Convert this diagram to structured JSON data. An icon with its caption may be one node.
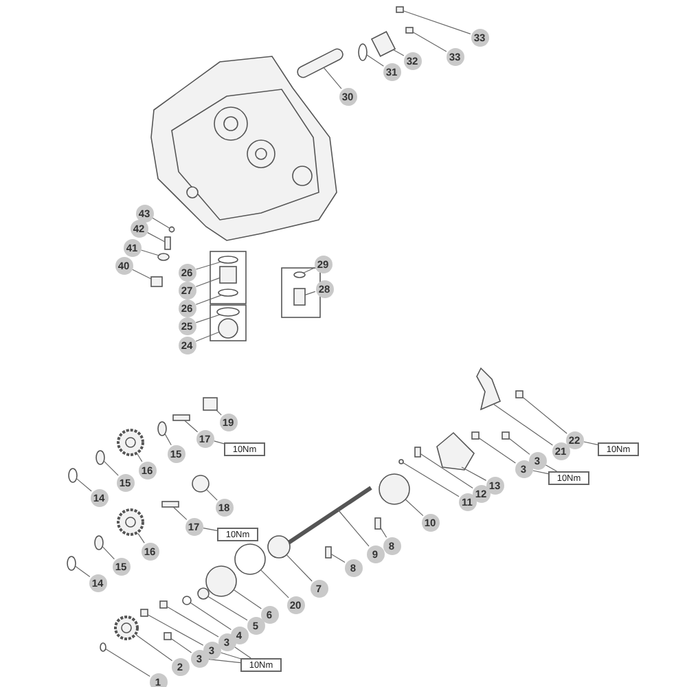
{
  "diagram": {
    "nodes": [
      {
        "text": [
          "33"
        ]
      },
      {
        "text": [
          "33"
        ]
      },
      {
        "text": [
          "32"
        ]
      },
      {
        "text": [
          "31"
        ]
      },
      {
        "text": [
          "30"
        ]
      },
      {
        "text": [
          "43"
        ]
      },
      {
        "text": [
          "42"
        ]
      },
      {
        "text": [
          "41"
        ]
      },
      {
        "text": [
          "40"
        ]
      },
      {
        "text": [
          "29"
        ]
      },
      {
        "text": [
          "26"
        ]
      },
      {
        "text": [
          "27"
        ]
      },
      {
        "text": [
          "28"
        ]
      },
      {
        "text": [
          "26"
        ]
      },
      {
        "text": [
          "25"
        ]
      },
      {
        "text": [
          "24"
        ]
      },
      {
        "text": [
          "19"
        ]
      },
      {
        "text": [
          "22"
        ]
      },
      {
        "text": [
          "10Nm"
        ]
      },
      {
        "text": [
          "17"
        ]
      },
      {
        "text": [
          "10Nm"
        ]
      },
      {
        "text": [
          "21"
        ]
      },
      {
        "text": [
          "15"
        ]
      },
      {
        "text": [
          "3"
        ]
      },
      {
        "text": [
          "3"
        ]
      },
      {
        "text": [
          "10Nm"
        ]
      },
      {
        "text": [
          "16"
        ]
      },
      {
        "text": [
          "15"
        ]
      },
      {
        "text": [
          "13"
        ]
      },
      {
        "text": [
          "12"
        ]
      },
      {
        "text": [
          "14"
        ]
      },
      {
        "text": [
          "11"
        ]
      },
      {
        "text": [
          "18"
        ]
      },
      {
        "text": [
          "10"
        ]
      },
      {
        "text": [
          "17"
        ]
      },
      {
        "text": [
          "10Nm"
        ]
      },
      {
        "text": [
          "8"
        ]
      },
      {
        "text": [
          "16"
        ]
      },
      {
        "text": [
          "9"
        ]
      },
      {
        "text": [
          "15"
        ]
      },
      {
        "text": [
          "8"
        ]
      },
      {
        "text": [
          "14"
        ]
      },
      {
        "text": [
          "7"
        ]
      },
      {
        "text": [
          "20"
        ]
      },
      {
        "text": [
          "6"
        ]
      },
      {
        "text": [
          "5"
        ]
      },
      {
        "text": [
          "4"
        ]
      },
      {
        "text": [
          "3"
        ]
      },
      {
        "text": [
          "3"
        ]
      },
      {
        "text": [
          "3"
        ]
      },
      {
        "text": [
          "10Nm"
        ]
      },
      {
        "text": [
          "2"
        ]
      },
      {
        "text": [
          "1"
        ]
      },
      {
        "text": [],
        "shape": "box"
      },
      {
        "text": [],
        "shape": "box"
      },
      {
        "text": [],
        "shape": "box"
      },
      {
        "text": [],
        "shape": "ellipse"
      },
      {
        "text": [],
        "shape": "cylinder"
      },
      {
        "text": [],
        "shape": "circle"
      },
      {
        "text": [],
        "shape": "box"
      },
      {
        "text": [],
        "shape": "ellipse"
      },
      {
        "text": [],
        "shape": "box"
      },
      {
        "text": [],
        "shape": "ellipse"
      },
      {
        "text": [],
        "shape": "ellipse"
      },
      {
        "text": [],
        "shape": "box"
      },
      {
        "text": [],
        "shape": "box"
      },
      {
        "text": [],
        "shape": "ellipse"
      },
      {
        "text": [],
        "shape": "ellipse"
      },
      {
        "text": [],
        "shape": "circle"
      },
      {
        "text": [],
        "shape": "box"
      },
      {
        "text": [],
        "shape": "box"
      },
      {
        "text": [],
        "shape": "box"
      },
      {
        "text": [],
        "shape": "picture"
      },
      {
        "text": [],
        "shape": "ellipse"
      },
      {
        "text": [],
        "shape": "box"
      },
      {
        "text": [],
        "shape": "box"
      },
      {
        "text": [],
        "shape": "gear"
      },
      {
        "text": [],
        "shape": "ellipse"
      },
      {
        "text": [],
        "shape": "picture"
      },
      {
        "text": [],
        "shape": "box"
      },
      {
        "text": [],
        "shape": "ellipse"
      },
      {
        "text": [],
        "shape": "circle"
      },
      {
        "text": [],
        "shape": "circle"
      },
      {
        "text": [],
        "shape": "circle"
      },
      {
        "text": [],
        "shape": "box"
      },
      {
        "text": [],
        "shape": "box"
      },
      {
        "text": [],
        "shape": "gear"
      },
      {
        "text": [],
        "shape": "bar"
      },
      {
        "text": [],
        "shape": "ellipse"
      },
      {
        "text": [],
        "shape": "box"
      },
      {
        "text": [],
        "shape": "ellipse"
      },
      {
        "text": [],
        "shape": "circle"
      },
      {
        "text": [],
        "shape": "circle"
      },
      {
        "text": [],
        "shape": "circle"
      },
      {
        "text": [],
        "shape": "circle"
      },
      {
        "text": [],
        "shape": "circle"
      },
      {
        "text": [],
        "shape": "box"
      },
      {
        "text": [],
        "shape": "box"
      },
      {
        "text": [],
        "shape": "box"
      },
      {
        "text": [],
        "shape": "gear"
      },
      {
        "text": [],
        "shape": "ellipse"
      }
    ],
    "edges": [
      {
        "from": 0,
        "to": 53,
        "arrow": "none"
      },
      {
        "from": 1,
        "to": 54,
        "arrow": "none"
      },
      {
        "from": 2,
        "to": 55,
        "arrow": "none"
      },
      {
        "from": 3,
        "to": 56,
        "arrow": "none"
      },
      {
        "from": 4,
        "to": 57,
        "arrow": "none"
      },
      {
        "from": 5,
        "to": 58,
        "arrow": "none"
      },
      {
        "from": 6,
        "to": 59,
        "arrow": "none"
      },
      {
        "from": 7,
        "to": 60,
        "arrow": "none"
      },
      {
        "from": 8,
        "to": 61,
        "arrow": "none"
      },
      {
        "from": 9,
        "to": 62,
        "arrow": "none"
      },
      {
        "from": 10,
        "to": 63,
        "arrow": "none"
      },
      {
        "from": 11,
        "to": 64,
        "arrow": "none"
      },
      {
        "from": 12,
        "to": 65,
        "arrow": "none"
      },
      {
        "from": 13,
        "to": 66,
        "arrow": "none"
      },
      {
        "from": 14,
        "to": 67,
        "arrow": "none"
      },
      {
        "from": 15,
        "to": 68,
        "arrow": "none"
      },
      {
        "from": 16,
        "to": 69,
        "arrow": "none"
      },
      {
        "from": 17,
        "to": 70,
        "arrow": "none"
      },
      {
        "from": 19,
        "to": 71,
        "arrow": "none"
      },
      {
        "from": 21,
        "to": 72,
        "arrow": "none"
      },
      {
        "from": 22,
        "to": 73,
        "arrow": "none"
      },
      {
        "from": 23,
        "to": 74,
        "arrow": "none"
      },
      {
        "from": 24,
        "to": 75,
        "arrow": "none"
      },
      {
        "from": 26,
        "to": 76,
        "arrow": "none"
      },
      {
        "from": 27,
        "to": 77,
        "arrow": "none"
      },
      {
        "from": 28,
        "to": 78,
        "arrow": "none"
      },
      {
        "from": 29,
        "to": 79,
        "arrow": "none"
      },
      {
        "from": 30,
        "to": 80,
        "arrow": "none"
      },
      {
        "from": 31,
        "to": 81,
        "arrow": "none"
      },
      {
        "from": 32,
        "to": 82,
        "arrow": "none"
      },
      {
        "from": 33,
        "to": 83,
        "arrow": "none"
      },
      {
        "from": 34,
        "to": 84,
        "arrow": "none"
      },
      {
        "from": 36,
        "to": 85,
        "arrow": "none"
      },
      {
        "from": 37,
        "to": 86,
        "arrow": "none"
      },
      {
        "from": 38,
        "to": 87,
        "arrow": "none"
      },
      {
        "from": 39,
        "to": 88,
        "arrow": "none"
      },
      {
        "from": 40,
        "to": 89,
        "arrow": "none"
      },
      {
        "from": 41,
        "to": 90,
        "arrow": "none"
      },
      {
        "from": 42,
        "to": 91,
        "arrow": "none"
      },
      {
        "from": 43,
        "to": 92,
        "arrow": "none"
      },
      {
        "from": 44,
        "to": 93,
        "arrow": "none"
      },
      {
        "from": 45,
        "to": 94,
        "arrow": "none"
      },
      {
        "from": 46,
        "to": 95,
        "arrow": "none"
      },
      {
        "from": 47,
        "to": 96,
        "arrow": "none"
      },
      {
        "from": 48,
        "to": 97,
        "arrow": "none"
      },
      {
        "from": 49,
        "to": 98,
        "arrow": "none"
      },
      {
        "from": 51,
        "to": 99,
        "arrow": "none"
      },
      {
        "from": 52,
        "to": 100,
        "arrow": "none"
      },
      {
        "from": 17,
        "to": 18,
        "arrow": "none"
      },
      {
        "from": 19,
        "to": 20,
        "arrow": "none"
      },
      {
        "from": 23,
        "to": 25,
        "arrow": "none"
      },
      {
        "from": 24,
        "to": 25,
        "arrow": "none"
      },
      {
        "from": 34,
        "to": 35,
        "arrow": "none"
      },
      {
        "from": 47,
        "to": 50,
        "arrow": "none"
      },
      {
        "from": 48,
        "to": 50,
        "arrow": "none"
      },
      {
        "from": 49,
        "to": 50,
        "arrow": "none"
      }
    ]
  }
}
